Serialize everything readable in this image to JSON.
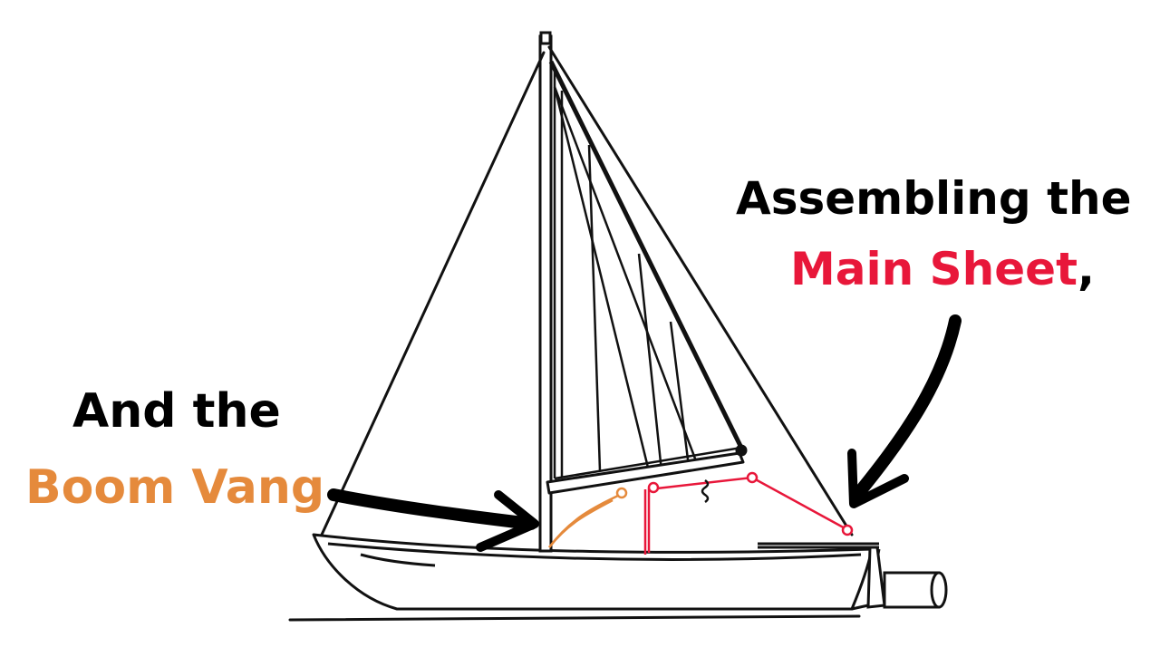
{
  "captions": {
    "assembling": "Assembling the",
    "main_sheet": "Main Sheet",
    "main_sheet_suffix": ",",
    "and_the": "And the",
    "boom_vang": "Boom Vang"
  },
  "colors": {
    "text": "#000000",
    "main_sheet": "#e8173a",
    "boom_vang": "#e58a3c",
    "line_art": "#111111",
    "background": "#ffffff"
  },
  "parts": [
    {
      "name": "hull",
      "color": "#111111"
    },
    {
      "name": "mast",
      "color": "#111111"
    },
    {
      "name": "boom",
      "color": "#111111"
    },
    {
      "name": "jib",
      "color": "#111111"
    },
    {
      "name": "mainsail",
      "color": "#111111"
    },
    {
      "name": "forestay",
      "color": "#111111"
    },
    {
      "name": "backstay",
      "color": "#111111"
    },
    {
      "name": "main-sheet-rig",
      "color": "#e8173a"
    },
    {
      "name": "boom-vang-rig",
      "color": "#e58a3c"
    },
    {
      "name": "outboard-motor",
      "color": "#111111"
    },
    {
      "name": "pointer-arrow-main-sheet",
      "color": "#000000"
    },
    {
      "name": "pointer-arrow-boom-vang",
      "color": "#000000"
    }
  ]
}
